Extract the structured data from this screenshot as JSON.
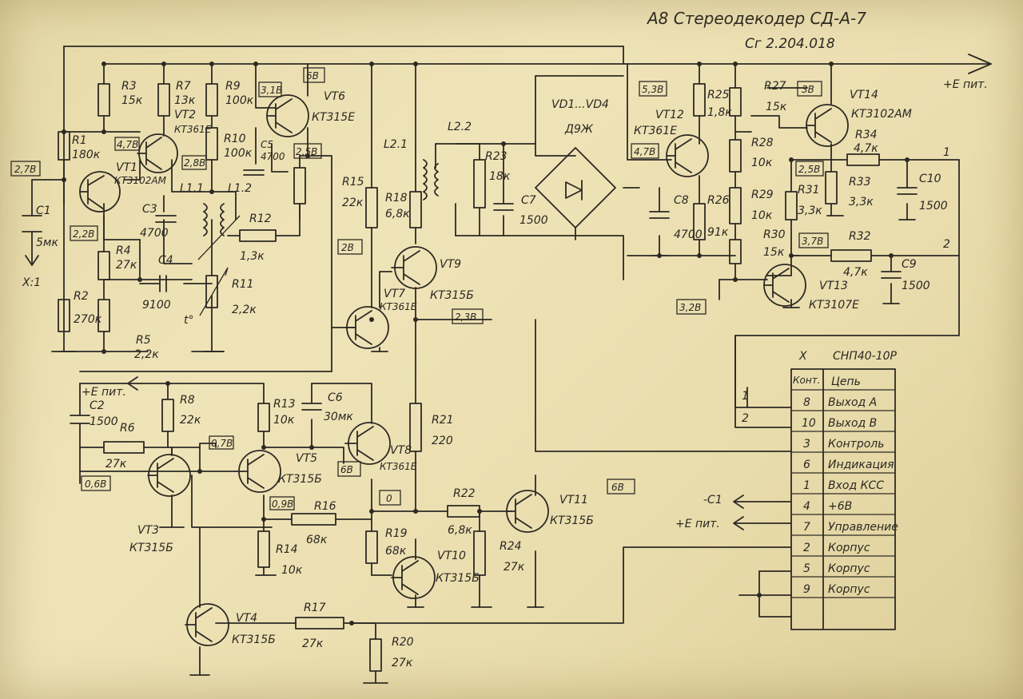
{
  "title": {
    "name": "А8 Стереодекодер СД-А-7",
    "code": "Сг 2.204.018"
  },
  "resistors": [
    {
      "ref": "R1",
      "value": "180к"
    },
    {
      "ref": "R2",
      "value": "270к"
    },
    {
      "ref": "R3",
      "value": "15к"
    },
    {
      "ref": "R4",
      "value": "27к"
    },
    {
      "ref": "R5",
      "value": "2,2к"
    },
    {
      "ref": "R6",
      "value": "27к"
    },
    {
      "ref": "R7",
      "value": "13к"
    },
    {
      "ref": "R8",
      "value": "22к"
    },
    {
      "ref": "R9",
      "value": "100к"
    },
    {
      "ref": "R10",
      "value": "100к"
    },
    {
      "ref": "R11",
      "value": "2,2к"
    },
    {
      "ref": "R12",
      "value": "1,3к"
    },
    {
      "ref": "R13",
      "value": "10к"
    },
    {
      "ref": "R14",
      "value": "10к"
    },
    {
      "ref": "R15",
      "value": "22к"
    },
    {
      "ref": "R16",
      "value": "68к"
    },
    {
      "ref": "R17",
      "value": "27к"
    },
    {
      "ref": "R18",
      "value": "6,8к"
    },
    {
      "ref": "R19",
      "value": "68к"
    },
    {
      "ref": "R20",
      "value": "27к"
    },
    {
      "ref": "R21",
      "value": "220"
    },
    {
      "ref": "R22",
      "value": "6,8к"
    },
    {
      "ref": "R23",
      "value": "18к"
    },
    {
      "ref": "R24",
      "value": "27к"
    },
    {
      "ref": "R25",
      "value": "1,8к"
    },
    {
      "ref": "R26",
      "value": "91к"
    },
    {
      "ref": "R27",
      "value": "15к"
    },
    {
      "ref": "R28",
      "value": "10к"
    },
    {
      "ref": "R29",
      "value": "10к"
    },
    {
      "ref": "R30",
      "value": "15к"
    },
    {
      "ref": "R31",
      "value": "3,3к"
    },
    {
      "ref": "R32",
      "value": "4,7к"
    },
    {
      "ref": "R33",
      "value": "3,3к"
    },
    {
      "ref": "R34",
      "value": "4,7к"
    }
  ],
  "capacitors": [
    {
      "ref": "C1",
      "value": "5мк"
    },
    {
      "ref": "C2",
      "value": "1500"
    },
    {
      "ref": "C3",
      "value": "4700"
    },
    {
      "ref": "C4",
      "value": "9100"
    },
    {
      "ref": "C5",
      "value": "4700"
    },
    {
      "ref": "C6",
      "value": "30мк"
    },
    {
      "ref": "C7",
      "value": "1500"
    },
    {
      "ref": "C8",
      "value": "4700"
    },
    {
      "ref": "C9",
      "value": "1500"
    },
    {
      "ref": "C10",
      "value": "1500"
    }
  ],
  "transistors": [
    {
      "ref": "VT1",
      "type": "КТ3102АМ"
    },
    {
      "ref": "VT2",
      "type": "КТ361Е"
    },
    {
      "ref": "VT3",
      "type": "КТ315Б"
    },
    {
      "ref": "VT4",
      "type": "КТ315Б"
    },
    {
      "ref": "VT5",
      "type": "КТ315Б"
    },
    {
      "ref": "VT6",
      "type": "КТ315Е"
    },
    {
      "ref": "VT7",
      "type": "КТ361Е"
    },
    {
      "ref": "VT8",
      "type": "КТ361Е"
    },
    {
      "ref": "VT9",
      "type": "КТ315Б"
    },
    {
      "ref": "VT10",
      "type": "КТ315Б"
    },
    {
      "ref": "VT11",
      "type": "КТ315Б"
    },
    {
      "ref": "VT12",
      "type": "КТ361Е"
    },
    {
      "ref": "VT13",
      "type": "КТ3107Е"
    },
    {
      "ref": "VT14",
      "type": "КТ3102АМ"
    }
  ],
  "coils": {
    "l11": "L1.1",
    "l12": "L1.2",
    "l21": "L2.1",
    "l22": "L2.2"
  },
  "diodes": {
    "ref": "VD1...VD4",
    "type": "Д9Ж"
  },
  "voltages": {
    "vt1_b": "2,7В",
    "vt1_c": "4,7В",
    "vt1_e": "2,2В",
    "vt2_e": "2,8В",
    "vt6_b": "3,1В",
    "vt6_c": "6В",
    "vt6_e": "2,5В",
    "vt7_e": "2В",
    "vt9_e": "2,3В",
    "vt3_e": "0,6В",
    "vt3_c": "0,7В",
    "vt5_e": "0,9В",
    "vt8_e": "6В",
    "zero": "0",
    "vt11_c": "6В",
    "vt12_e": "5,3В",
    "vt12_c": "4,7В",
    "vt14_b": "3В",
    "vt14_e": "2,5В",
    "vt13_e": "3,7В",
    "vt13_b": "3,2В"
  },
  "misc": {
    "plus_e_top": "+Е пит.",
    "plus_e_left": "+Е пит.",
    "input": "Х:1",
    "thermistor": "t°",
    "out1": "1",
    "out2": "2"
  },
  "connector": {
    "ref": "Х",
    "type": "СНП40-10Р",
    "header_pin": "Конт.",
    "header_circuit": "Цепь",
    "rows": [
      {
        "pin": "8",
        "circuit": "Выход А"
      },
      {
        "pin": "10",
        "circuit": "Выход В"
      },
      {
        "pin": "3",
        "circuit": "Контроль"
      },
      {
        "pin": "6",
        "circuit": "Индикация"
      },
      {
        "pin": "1",
        "circuit": "Вход КСС"
      },
      {
        "pin": "4",
        "circuit": "+6В"
      },
      {
        "pin": "7",
        "circuit": "Управление"
      },
      {
        "pin": "2",
        "circuit": "Корпус"
      },
      {
        "pin": "5",
        "circuit": "Корпус"
      },
      {
        "pin": "9",
        "circuit": "Корпус"
      }
    ],
    "left_pins": [
      "1",
      "2"
    ],
    "ext_c1": "-С1",
    "ext_pwr": "+Е пит."
  }
}
